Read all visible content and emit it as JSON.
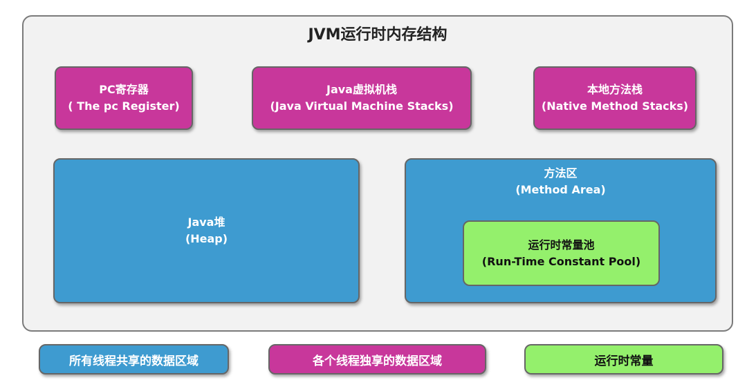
{
  "title": "JVM运行时内存结构",
  "regions": {
    "pc_register": {
      "cn": "PC寄存器",
      "en": "( The pc Register)"
    },
    "jvm_stacks": {
      "cn": "Java虚拟机栈",
      "en": "(Java Virtual Machine Stacks)"
    },
    "native_stacks": {
      "cn": "本地方法栈",
      "en": "(Native Method Stacks)"
    },
    "heap": {
      "cn": "Java堆",
      "en": "(Heap)"
    },
    "method_area": {
      "cn": "方法区",
      "en": "(Method Area)"
    },
    "constant_pool": {
      "cn": "运行时常量池",
      "en": "(Run-Time Constant Pool)"
    }
  },
  "legend": {
    "shared": "所有线程共享的数据区域",
    "exclusive": "各个线程独享的数据区域",
    "runtime_constant": "运行时常量"
  },
  "colors": {
    "shared": "#3e9bd0",
    "exclusive": "#c8379b",
    "constant": "#94f06c"
  }
}
